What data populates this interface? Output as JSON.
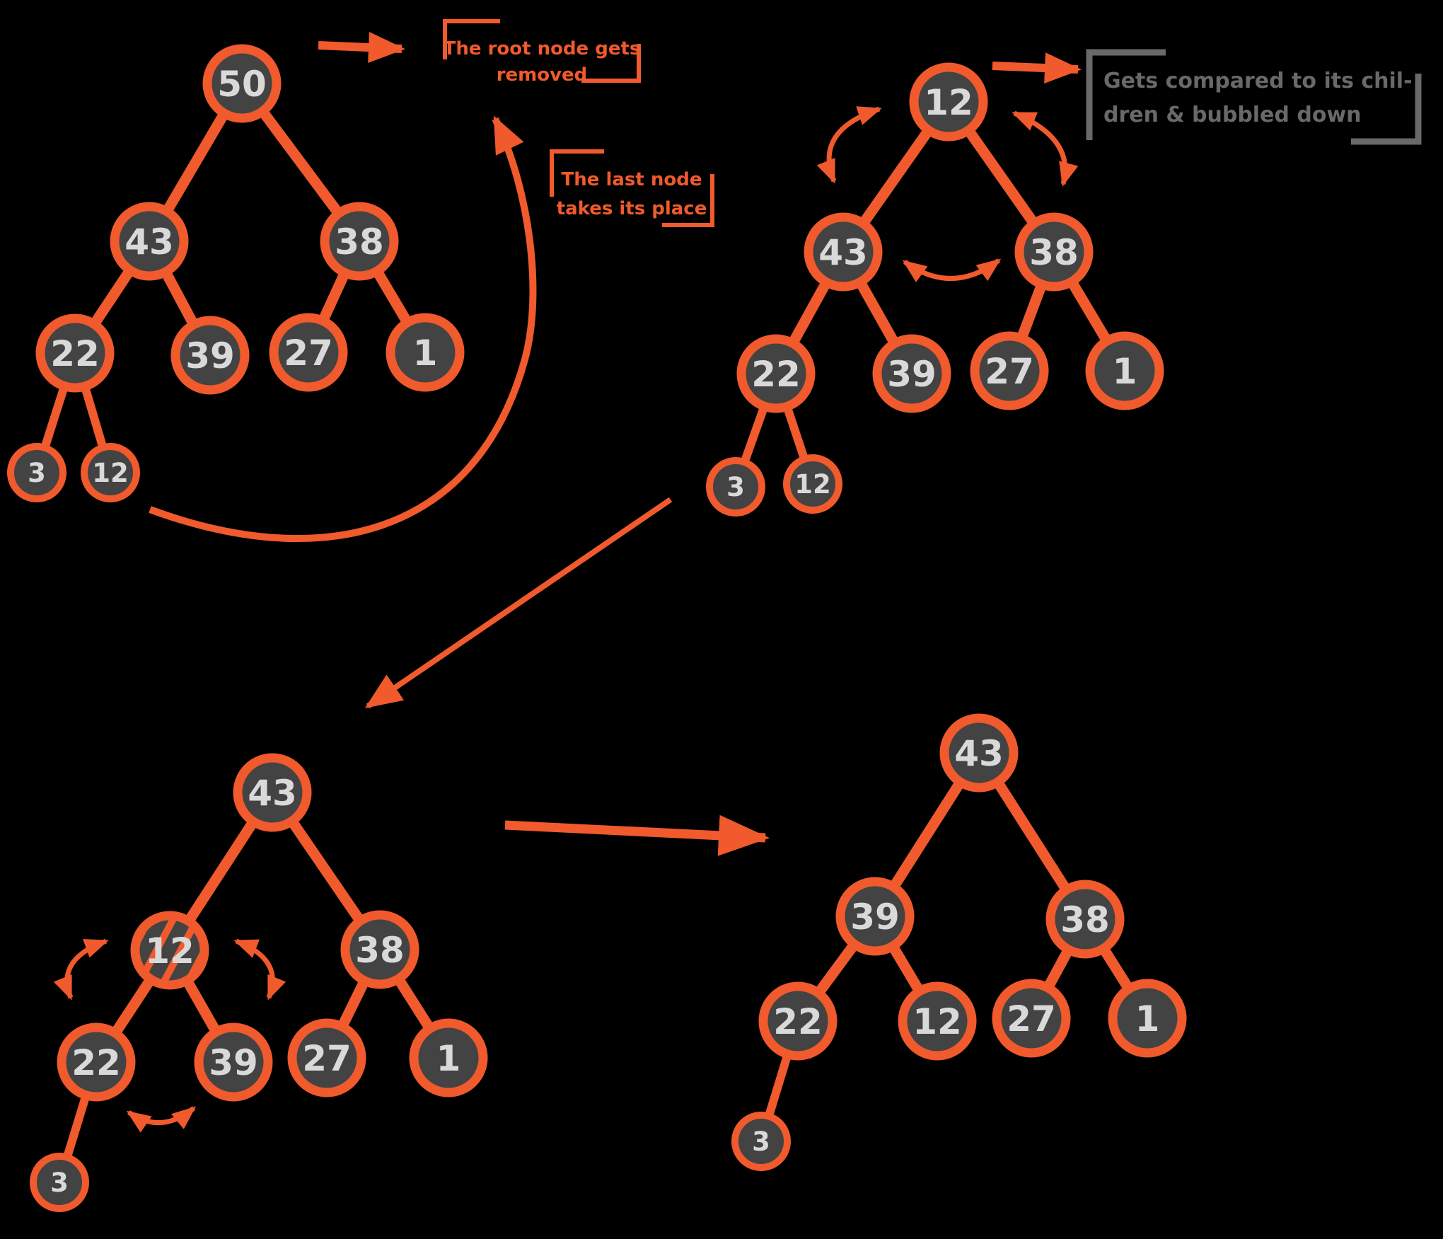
{
  "colors": {
    "bg": "#000000",
    "accent": "#F05A2C",
    "node_fill": "#434343",
    "node_text": "#D9D9D9",
    "muted": "#696969"
  },
  "annotations": {
    "root_removed": {
      "lines": [
        "The root node gets",
        "removed"
      ]
    },
    "last_node": {
      "lines": [
        "The last node",
        "takes its place"
      ]
    },
    "compared": {
      "lines": [
        "Gets compared to its chil-",
        "dren & bubbled down"
      ]
    }
  },
  "trees": [
    {
      "step": 1,
      "nodes": [
        {
          "id": "r",
          "value": "50",
          "parent": null
        },
        {
          "id": "l",
          "value": "43",
          "parent": "r"
        },
        {
          "id": "rt",
          "value": "38",
          "parent": "r"
        },
        {
          "id": "ll",
          "value": "22",
          "parent": "l"
        },
        {
          "id": "lr",
          "value": "39",
          "parent": "l"
        },
        {
          "id": "rl",
          "value": "27",
          "parent": "rt"
        },
        {
          "id": "rr",
          "value": "1",
          "parent": "rt"
        },
        {
          "id": "lll",
          "value": "3",
          "parent": "ll",
          "size": "small"
        },
        {
          "id": "llr",
          "value": "12",
          "parent": "ll",
          "size": "small"
        }
      ]
    },
    {
      "step": 2,
      "nodes": [
        {
          "id": "r",
          "value": "12",
          "parent": null
        },
        {
          "id": "l",
          "value": "43",
          "parent": "r"
        },
        {
          "id": "rt",
          "value": "38",
          "parent": "r"
        },
        {
          "id": "ll",
          "value": "22",
          "parent": "l"
        },
        {
          "id": "lr",
          "value": "39",
          "parent": "l"
        },
        {
          "id": "rl",
          "value": "27",
          "parent": "rt"
        },
        {
          "id": "rr",
          "value": "1",
          "parent": "rt"
        },
        {
          "id": "lll",
          "value": "3",
          "parent": "ll",
          "size": "small"
        },
        {
          "id": "llr",
          "value": "12",
          "parent": "ll",
          "size": "small"
        }
      ]
    },
    {
      "step": 3,
      "nodes": [
        {
          "id": "r",
          "value": "43",
          "parent": null
        },
        {
          "id": "l",
          "value": "12",
          "parent": "r",
          "hatched": true
        },
        {
          "id": "rt",
          "value": "38",
          "parent": "r"
        },
        {
          "id": "ll",
          "value": "22",
          "parent": "l"
        },
        {
          "id": "lr",
          "value": "39",
          "parent": "l"
        },
        {
          "id": "rl",
          "value": "27",
          "parent": "rt"
        },
        {
          "id": "rr",
          "value": "1",
          "parent": "rt"
        },
        {
          "id": "lll",
          "value": "3",
          "parent": "ll",
          "size": "small"
        }
      ]
    },
    {
      "step": 4,
      "nodes": [
        {
          "id": "r",
          "value": "43",
          "parent": null
        },
        {
          "id": "l",
          "value": "39",
          "parent": "r"
        },
        {
          "id": "rt",
          "value": "38",
          "parent": "r"
        },
        {
          "id": "ll",
          "value": "22",
          "parent": "l"
        },
        {
          "id": "lr",
          "value": "12",
          "parent": "l"
        },
        {
          "id": "rl",
          "value": "27",
          "parent": "rt"
        },
        {
          "id": "rr",
          "value": "1",
          "parent": "rt"
        },
        {
          "id": "lll",
          "value": "3",
          "parent": "ll",
          "size": "small"
        }
      ]
    }
  ]
}
